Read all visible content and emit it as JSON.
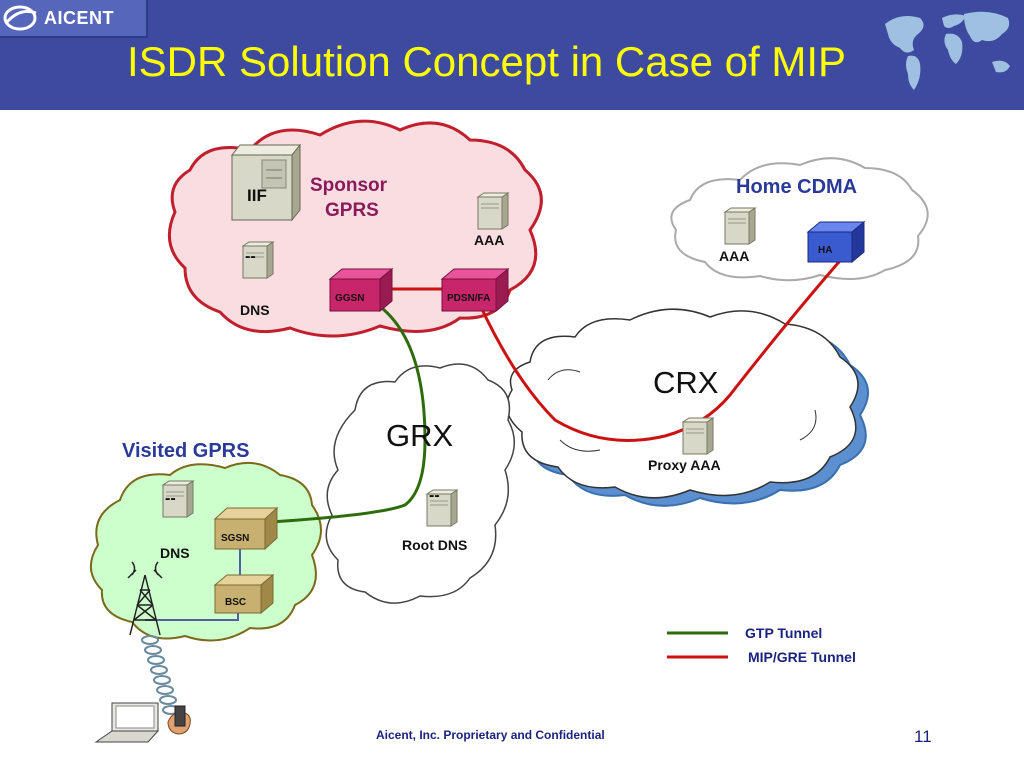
{
  "header": {
    "logo_text": "AICENT",
    "title": "ISDR Solution Concept in Case of MIP"
  },
  "diagram": {
    "sponsor": {
      "title_line1": "Sponsor",
      "title_line2": "GPRS",
      "iif": "IIF",
      "dns": "DNS",
      "dns_mark": "--",
      "aaa": "AAA",
      "ggsn": "GGSN",
      "pdsn": "PDSN/FA"
    },
    "home": {
      "title": "Home CDMA",
      "aaa": "AAA",
      "ha": "HA"
    },
    "crx": {
      "title": "CRX",
      "proxy_aaa": "Proxy AAA"
    },
    "grx": {
      "title": "GRX",
      "root_dns": "Root DNS",
      "dns_mark": "--"
    },
    "visited": {
      "title": "Visited GPRS",
      "dns": "DNS",
      "dns_mark": "--",
      "sgsn": "SGSN",
      "bsc": "BSC"
    }
  },
  "legend": {
    "gtp": {
      "label": "GTP Tunnel",
      "color": "#2e6b0a"
    },
    "mip": {
      "label": "MIP/GRE Tunnel",
      "color": "#cc1111"
    }
  },
  "colors": {
    "header_bg": "#3d4aa0",
    "title": "#ffff00",
    "sponsor_cloud": "#f9dde0",
    "visited_cloud": "#ccffcc",
    "crx_shadow": "#5b8fcf"
  },
  "footer": {
    "text": "Aicent, Inc. Proprietary and Confidential",
    "page": "11"
  }
}
